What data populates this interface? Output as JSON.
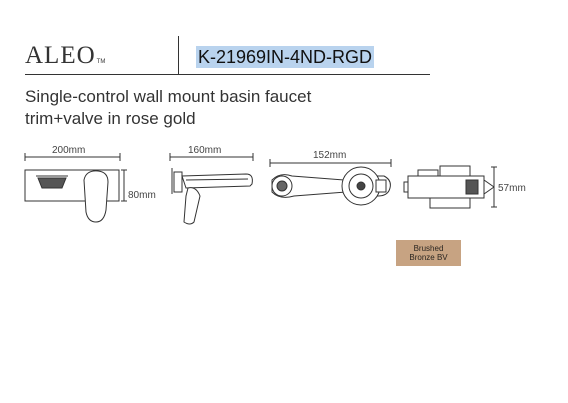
{
  "header": {
    "brand": "ALEO",
    "brand_tm": "TM",
    "sku": "K-21969IN-4ND-RGD"
  },
  "description": {
    "line1": "Single-control wall mount basin faucet",
    "line2": "trim+valve in rose gold"
  },
  "dimensions": {
    "front_width": "200mm",
    "front_height": "80mm",
    "side_depth": "160mm",
    "valve_width": "152mm",
    "valve_height": "57mm"
  },
  "finish": {
    "line1": "Brushed",
    "line2": "Bronze BV",
    "color": "#c7a382"
  }
}
